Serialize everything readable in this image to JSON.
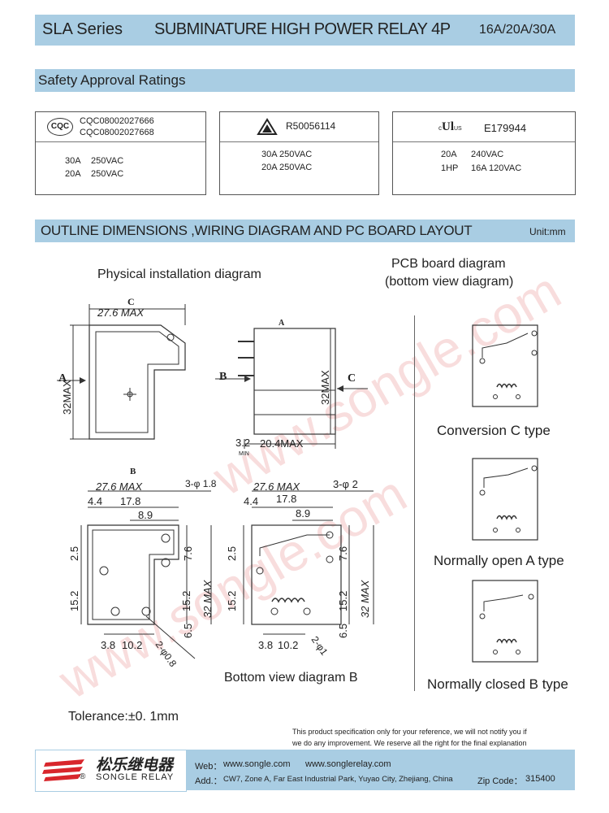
{
  "header": {
    "series": "SLA Series",
    "product": "SUBMINATURE HIGH POWER RELAY 4P",
    "ratings": "16A/20A/30A"
  },
  "safety": {
    "title": "Safety Approval Ratings",
    "cqc": {
      "logo": "CQC",
      "cert1": "CQC08002027666",
      "cert2": "CQC08002027668",
      "rows": [
        {
          "a": "30A",
          "v": "250VAC"
        },
        {
          "a": "20A",
          "v": "250VAC"
        }
      ]
    },
    "tuv": {
      "cert": "R50056114",
      "rows": [
        "30A 250VAC",
        "20A 250VAC"
      ]
    },
    "ul": {
      "logo_c": "c",
      "logo_us": "US",
      "cert": "E179944",
      "rows": [
        {
          "a": "20A",
          "v": "240VAC"
        },
        {
          "a": "1HP",
          "v": "16A 120VAC"
        }
      ]
    }
  },
  "outline": {
    "title": "OUTLINE DIMENSIONS ,WIRING DIAGRAM AND PC BOARD LAYOUT",
    "unit": "Unit:mm",
    "physical_title": "Physical installation diagram",
    "pcb_title": "PCB board diagram",
    "pcb_subtitle": "(bottom view diagram)",
    "bottom_caption": "Bottom view diagram B",
    "tolerance": "Tolerance:±0. 1mm",
    "types": {
      "c": "Conversion C type",
      "a": "Normally open A type",
      "b": "Normally closed B type"
    },
    "dims": {
      "C": "C",
      "A": "A",
      "B": "B",
      "w276": "27.6  MAX",
      "h32": "32MAX",
      "h32b": "32  MAX",
      "min32": "3.2",
      "min": "MIN",
      "w204": "20.4MAX",
      "d44": "4.4",
      "d178": "17.8",
      "d89": "8.9",
      "hole18": "3-φ 1.8",
      "hole2": "3-φ 2",
      "d25": "2.5",
      "d76": "7.6",
      "d152": "15.2",
      "d65": "6.5",
      "d38": "3.8",
      "d102": "10.2",
      "hole08": "2-φ0.8",
      "hole1": "2-φ1"
    }
  },
  "footer": {
    "note1": "This product specification only for your reference,  we will not notify you if",
    "note2": "we do any improvement. We reserve all the right for the final explanation",
    "brand_cn": "松乐继电器",
    "brand_en": "SONGLE RELAY",
    "reg": "®",
    "web_label": "Web：",
    "web1": "www.songle.com",
    "web2": "www.songlerelay.com",
    "addr_label": "Add.：",
    "address": "CW7, Zone A, Far East Industrial Park, Yuyao City, Zhejiang, China",
    "zip_label": "Zip Code：",
    "zip": "315400"
  },
  "watermark": "www.songle.com",
  "colors": {
    "bar": "#a9cde3",
    "logo_red": "#d8262c"
  }
}
